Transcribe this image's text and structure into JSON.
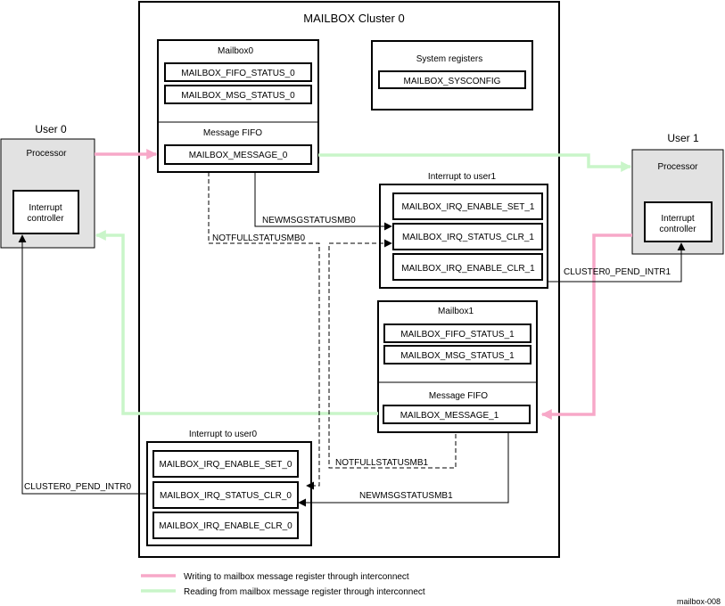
{
  "cluster": {
    "title": "MAILBOX Cluster 0"
  },
  "user0": {
    "title": "User 0",
    "processor": "Processor",
    "intc_line1": "Interrupt",
    "intc_line2": "controller"
  },
  "user1": {
    "title": "User 1",
    "processor": "Processor",
    "intc_line1": "Interrupt",
    "intc_line2": "controller"
  },
  "mailbox0": {
    "title": "Mailbox0",
    "fifo_status": "MAILBOX_FIFO_STATUS_0",
    "msg_status": "MAILBOX_MSG_STATUS_0",
    "fifo_label": "Message FIFO",
    "message": "MAILBOX_MESSAGE_0"
  },
  "sysregs": {
    "title": "System registers",
    "sysconfig": "MAILBOX_SYSCONFIG"
  },
  "irq_user1": {
    "title": "Interrupt to user1",
    "enable_set": "MAILBOX_IRQ_ENABLE_SET_1",
    "status_clr": "MAILBOX_IRQ_STATUS_CLR_1",
    "enable_clr": "MAILBOX_IRQ_ENABLE_CLR_1"
  },
  "mailbox1": {
    "title": "Mailbox1",
    "fifo_status": "MAILBOX_FIFO_STATUS_1",
    "msg_status": "MAILBOX_MSG_STATUS_1",
    "fifo_label": "Message FIFO",
    "message": "MAILBOX_MESSAGE_1"
  },
  "irq_user0": {
    "title": "Interrupt to user0",
    "enable_set": "MAILBOX_IRQ_ENABLE_SET_0",
    "status_clr": "MAILBOX_IRQ_STATUS_CLR_0",
    "enable_clr": "MAILBOX_IRQ_ENABLE_CLR_0"
  },
  "signals": {
    "newmsg0": "NEWMSGSTATUSMB0",
    "notfull0": "NOTFULLSTATUSMB0",
    "newmsg1": "NEWMSGSTATUSMB1",
    "notfull1": "NOTFULLSTATUSMB1",
    "pend_intr1": "CLUSTER0_PEND_INTR1",
    "pend_intr0": "CLUSTER0_PEND_INTR0"
  },
  "legend": {
    "write": "Writing to mailbox message register through interconnect",
    "read": "Reading from mailbox message register through interconnect"
  },
  "figure_id": "mailbox-008",
  "colors": {
    "write": "#f7a8c8",
    "read": "#c9f5c9",
    "box_fill": "#e2e2e2"
  }
}
